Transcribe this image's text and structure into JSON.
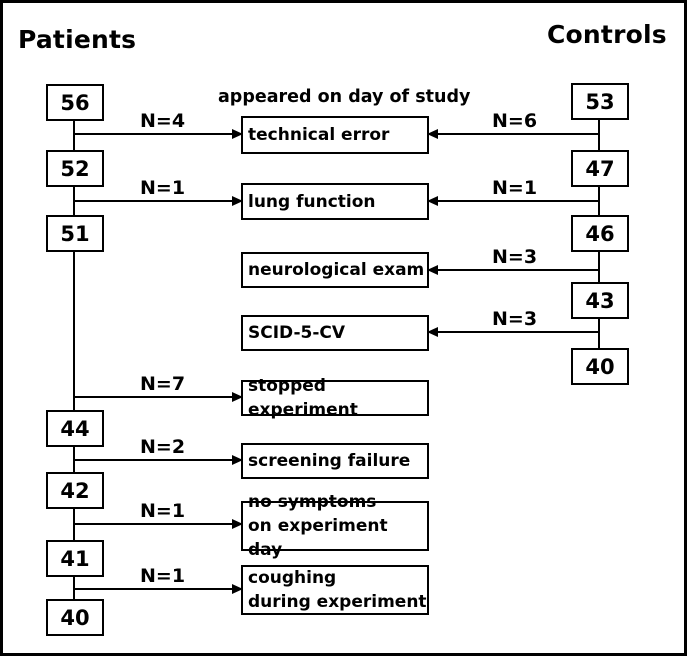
{
  "colors": {
    "line": "#000000",
    "background": "#ffffff",
    "text": "#000000"
  },
  "patients": {
    "title": "Patients",
    "counts": [
      "56",
      "52",
      "51",
      "44",
      "42",
      "41",
      "40"
    ]
  },
  "controls": {
    "title": "Controls",
    "counts": [
      "53",
      "47",
      "46",
      "43",
      "40"
    ]
  },
  "annotation": "appeared on day of study",
  "reasons": [
    "technical error",
    "lung function",
    "neurological exam",
    "SCID-5-CV",
    "stopped experiment",
    "screening failure",
    "no symptoms\non experiment day",
    "coughing\nduring experiment"
  ],
  "patient_arrow_labels": [
    "N=4",
    "N=1",
    "N=7",
    "N=2",
    "N=1",
    "N=1"
  ],
  "control_arrow_labels": [
    "N=6",
    "N=1",
    "N=3",
    "N=3"
  ]
}
